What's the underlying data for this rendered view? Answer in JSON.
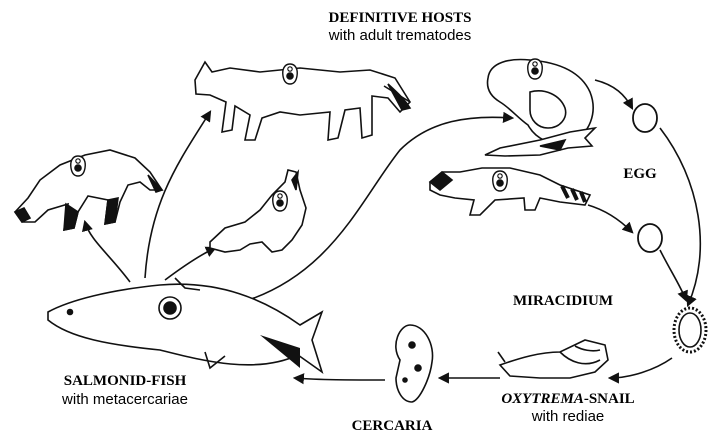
{
  "labels": {
    "definitive_hosts": "DEFINITIVE HOSTS",
    "definitive_hosts_sub": "with adult trematodes",
    "egg": "EGG",
    "miracidium": "MIRACIDIUM",
    "snail_genus": "OXYTREMA",
    "snail_suffix": "-SNAIL",
    "snail_sub": "with rediae",
    "cercaria": "CERCARIA",
    "fish": "SALMONID-FISH",
    "fish_sub": "with metacercariae"
  },
  "icons": [
    "coyote-icon",
    "fox-icon",
    "dog-icon",
    "bear-icon",
    "raccoon-icon",
    "salmon-icon",
    "snail-icon",
    "egg-icon",
    "miracidium-icon",
    "cercaria-icon",
    "trematode-icon"
  ],
  "colors": {
    "ink": "#111111",
    "background": "#ffffff"
  }
}
